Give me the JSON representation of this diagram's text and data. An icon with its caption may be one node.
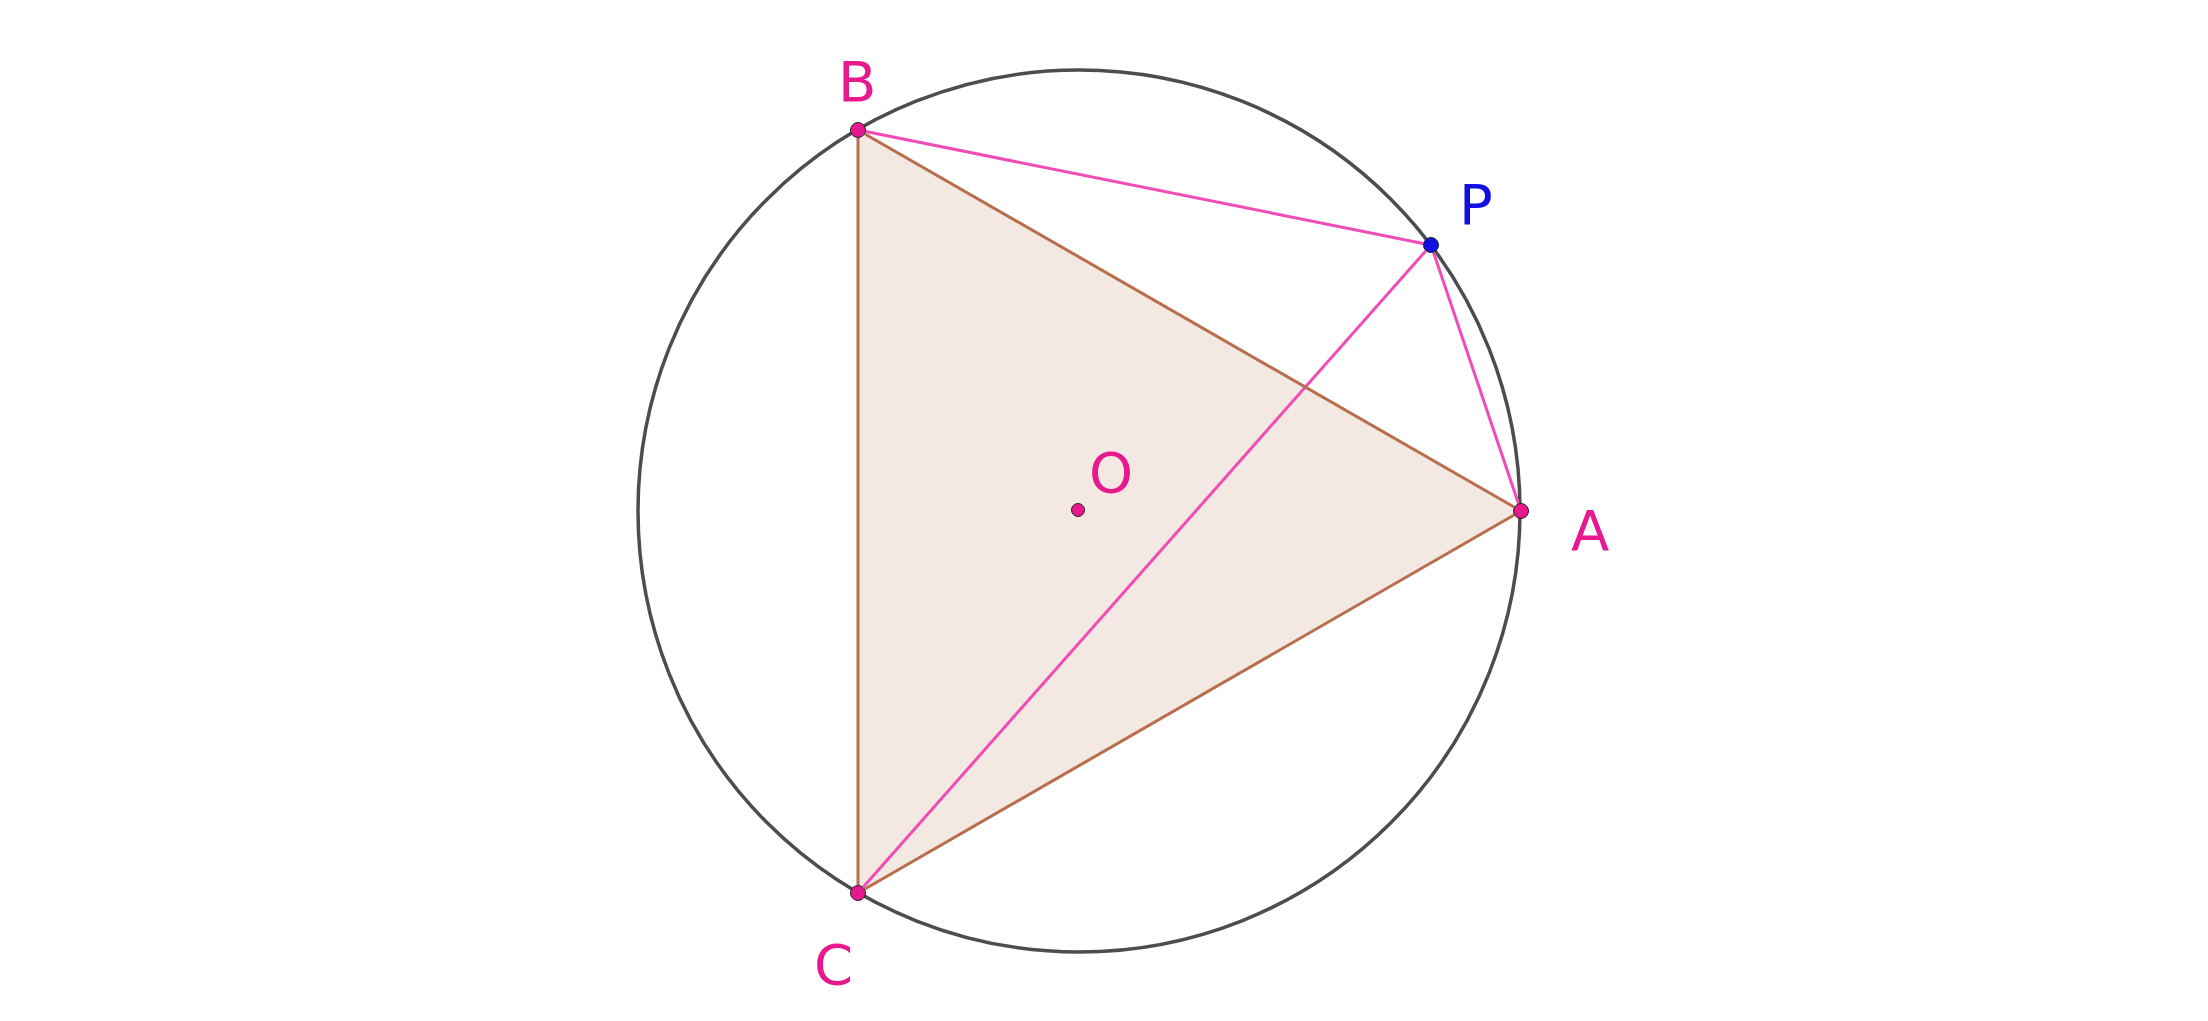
{
  "diagram": {
    "nodes": [
      {
        "text": [],
        "shape": "circle",
        "beside": [
          "B"
        ]
      },
      {
        "text": [],
        "shape": "circle",
        "beside": [
          "P"
        ]
      },
      {
        "text": [],
        "shape": "circle",
        "beside": [
          "O"
        ]
      },
      {
        "text": [],
        "shape": "circle",
        "beside": [
          "A"
        ]
      },
      {
        "text": [],
        "shape": "circle",
        "beside": [
          "C"
        ]
      }
    ],
    "edges": [
      {
        "from": 0,
        "to": 1,
        "arrow": "none",
        "color": "#f04cb8"
      },
      {
        "from": 1,
        "to": 3,
        "arrow": "none",
        "color": "#f04cb8"
      },
      {
        "from": 1,
        "to": 4,
        "arrow": "none",
        "color": "#f04cb8"
      },
      {
        "from": 0,
        "to": 3,
        "arrow": "none",
        "color": "#b86e4c"
      },
      {
        "from": 3,
        "to": 4,
        "arrow": "none",
        "color": "#b86e4c"
      },
      {
        "from": 4,
        "to": 0,
        "arrow": "none",
        "color": "#b86e4c"
      }
    ]
  }
}
